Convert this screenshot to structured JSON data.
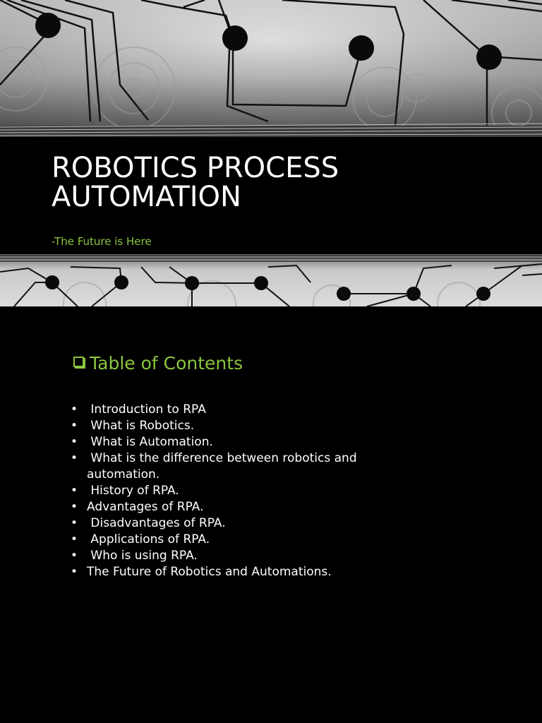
{
  "slide1": {
    "title_line1": "ROBOTICS PROCESS",
    "title_line2": "AUTOMATION",
    "subtitle": "-The Future is Here"
  },
  "slide2": {
    "heading": "Table of Contents",
    "bullet_glyph": "•",
    "items": [
      " Introduction to RPA",
      " What is Robotics.",
      " What is Automation.",
      " What is the difference between robotics and",
      "automation.",
      " History of RPA.",
      "Advantages of RPA.",
      " Disadvantages of RPA.",
      " Applications of RPA.",
      " Who is using RPA.",
      "The Future of Robotics and Automations."
    ]
  },
  "colors": {
    "background": "#000000",
    "accent_green": "#8cc63f",
    "text": "#ffffff",
    "circuit_light": "#d9d9d9",
    "circuit_dark": "#2a2a2a"
  },
  "icons": {
    "heading_marker": "checkbox-icon"
  }
}
